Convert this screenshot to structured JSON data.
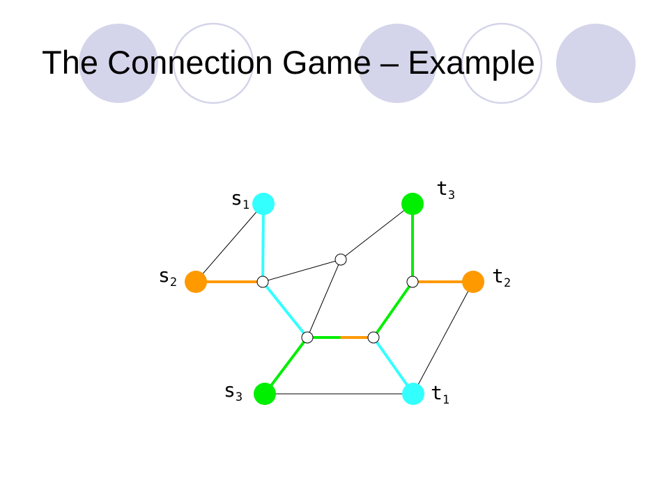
{
  "slide": {
    "title": "The Connection Game – Example"
  },
  "colors": {
    "decor_fill": "#d4d4ea",
    "decor_ring": "#d4d4ea",
    "player_1": "#33ffff",
    "player_2": "#ff9900",
    "player_3": "#00ee00",
    "edge_plain": "#000000",
    "junction_fill": "#ffffff"
  },
  "nodes": {
    "s1": {
      "base": "s",
      "sub": "1",
      "color": "player_1"
    },
    "s2": {
      "base": "s",
      "sub": "2",
      "color": "player_2"
    },
    "s3": {
      "base": "s",
      "sub": "3",
      "color": "player_3"
    },
    "t1": {
      "base": "t",
      "sub": "1",
      "color": "player_1"
    },
    "t2": {
      "base": "t",
      "sub": "2",
      "color": "player_2"
    },
    "t3": {
      "base": "t",
      "sub": "3",
      "color": "player_3"
    }
  },
  "edges": [
    {
      "from": "s1",
      "to": "j_a",
      "owner": "player_1"
    },
    {
      "from": "j_a",
      "to": "j_c",
      "owner": "player_1"
    },
    {
      "from": "j_d",
      "to": "t1",
      "owner": "player_1"
    },
    {
      "from": "s2",
      "to": "j_a",
      "owner": "player_2"
    },
    {
      "from": "j_e",
      "to": "t2",
      "owner": "player_2"
    },
    {
      "from": "s3",
      "to": "j_c",
      "owner": "player_3"
    },
    {
      "from": "t3",
      "to": "j_e",
      "owner": "player_3"
    },
    {
      "from": "j_e",
      "to": "j_d",
      "owner": "player_3"
    },
    {
      "from": "j_c",
      "to": "j_d",
      "owner": "split_3_2"
    },
    {
      "from": "s1",
      "to": "s2",
      "owner": "none"
    },
    {
      "from": "j_a",
      "to": "j_b",
      "owner": "none"
    },
    {
      "from": "j_b",
      "to": "t3",
      "owner": "none"
    },
    {
      "from": "j_b",
      "to": "j_c",
      "owner": "none"
    },
    {
      "from": "s3",
      "to": "t1",
      "owner": "none"
    },
    {
      "from": "t1",
      "to": "t2",
      "owner": "none"
    }
  ]
}
